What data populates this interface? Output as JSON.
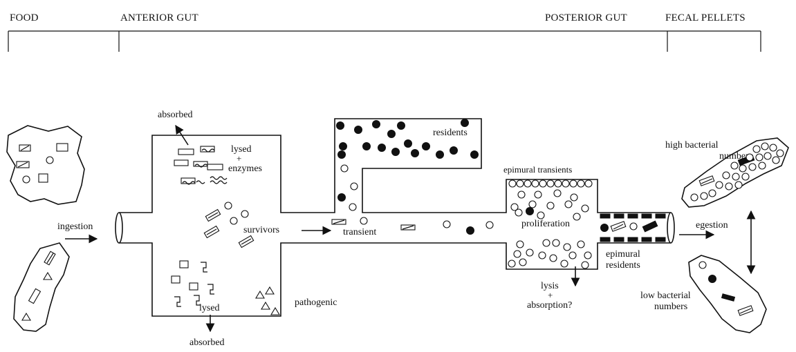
{
  "headers": {
    "food": "FOOD",
    "anterior_gut": "ANTERIOR GUT",
    "posterior_gut": "POSTERIOR GUT",
    "fecal_pellets": "FECAL PELLETS"
  },
  "labels": {
    "ingestion": "ingestion",
    "absorbed_top": "absorbed",
    "lysed_line1": "lysed",
    "lysed_plus": "+",
    "lysed_line2": "enzymes",
    "survivors": "survivors",
    "lysed_bottom": "lysed",
    "absorbed_bottom": "absorbed",
    "pathogenic": "pathogenic",
    "residents": "residents",
    "transient": "transient",
    "epimural_transients": "epimural transients",
    "proliferation": "proliferation",
    "lysis_line1": "lysis",
    "lysis_plus": "+",
    "lysis_line2": "absorption?",
    "epimural_residents_line1": "epimural",
    "epimural_residents_line2": "residents",
    "egestion": "egestion",
    "high_line1": "high bacterial",
    "high_line2": "numbers",
    "low_line1": "low bacterial",
    "low_line2": "numbers"
  }
}
